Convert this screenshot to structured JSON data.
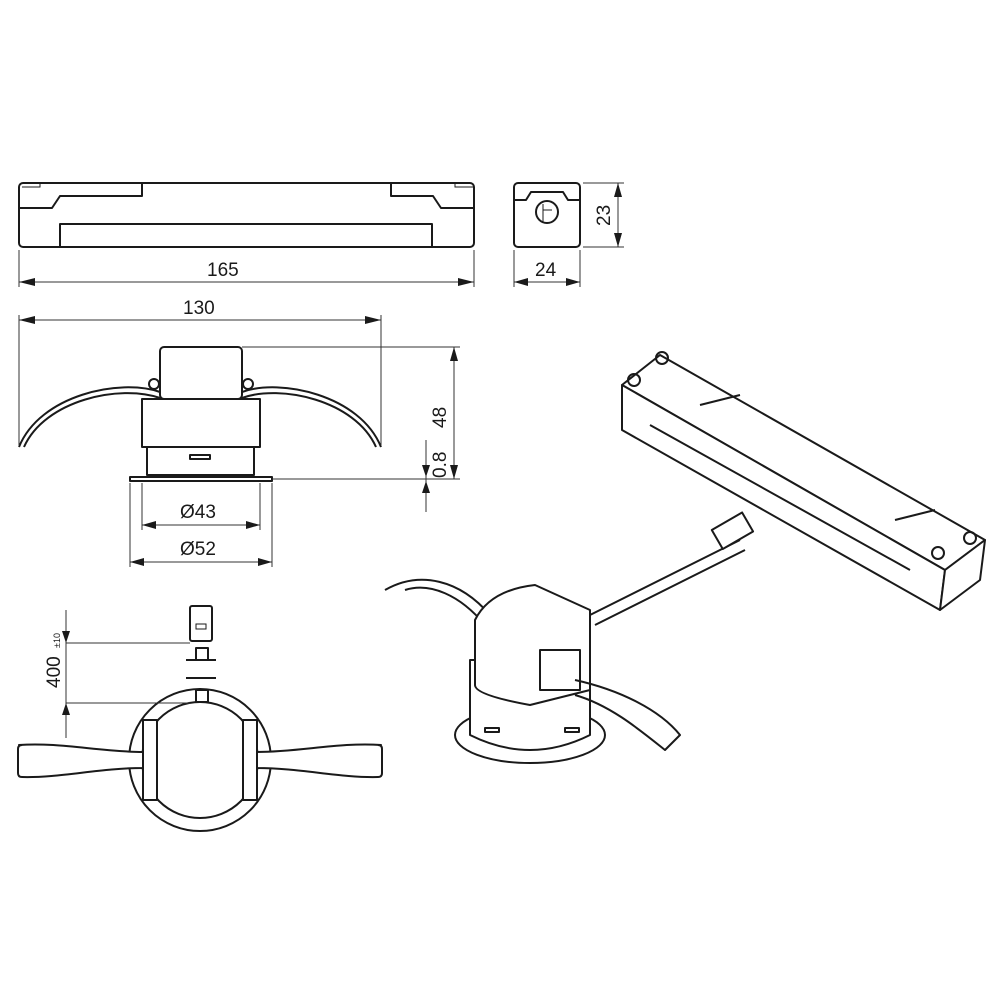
{
  "dimensions": {
    "driver_length": "165",
    "driver_width": "24",
    "driver_height": "23",
    "spring_span": "130",
    "fixture_height": "48",
    "flange_thickness": "0.8",
    "cutout_diameter": "Ø43",
    "flange_diameter": "Ø52",
    "cable_length": "400",
    "cable_tolerance": "±10"
  }
}
